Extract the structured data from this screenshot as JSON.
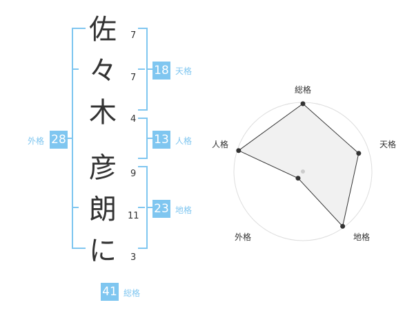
{
  "name_chars": [
    {
      "char": "佐",
      "strokes": "7"
    },
    {
      "char": "々",
      "strokes": "7"
    },
    {
      "char": "木",
      "strokes": "4"
    },
    {
      "char": "彦",
      "strokes": "9"
    },
    {
      "char": "朗",
      "strokes": "11"
    },
    {
      "char": "に",
      "strokes": "3"
    }
  ],
  "fortune": {
    "tenkaku": {
      "value": "18",
      "label": "天格"
    },
    "jinkaku": {
      "value": "13",
      "label": "人格"
    },
    "chikaku": {
      "value": "23",
      "label": "地格"
    },
    "gaikaku": {
      "value": "28",
      "label": "外格"
    },
    "soukaku": {
      "value": "41",
      "label": "総格"
    }
  },
  "radar": {
    "axes": [
      "総格",
      "天格",
      "地格",
      "外格",
      "人格"
    ],
    "values": [
      0.98,
      0.85,
      0.98,
      0.12,
      0.98
    ],
    "fill_color": "#eeeeee",
    "line_color": "#333333",
    "grid_color": "#dddddd"
  }
}
